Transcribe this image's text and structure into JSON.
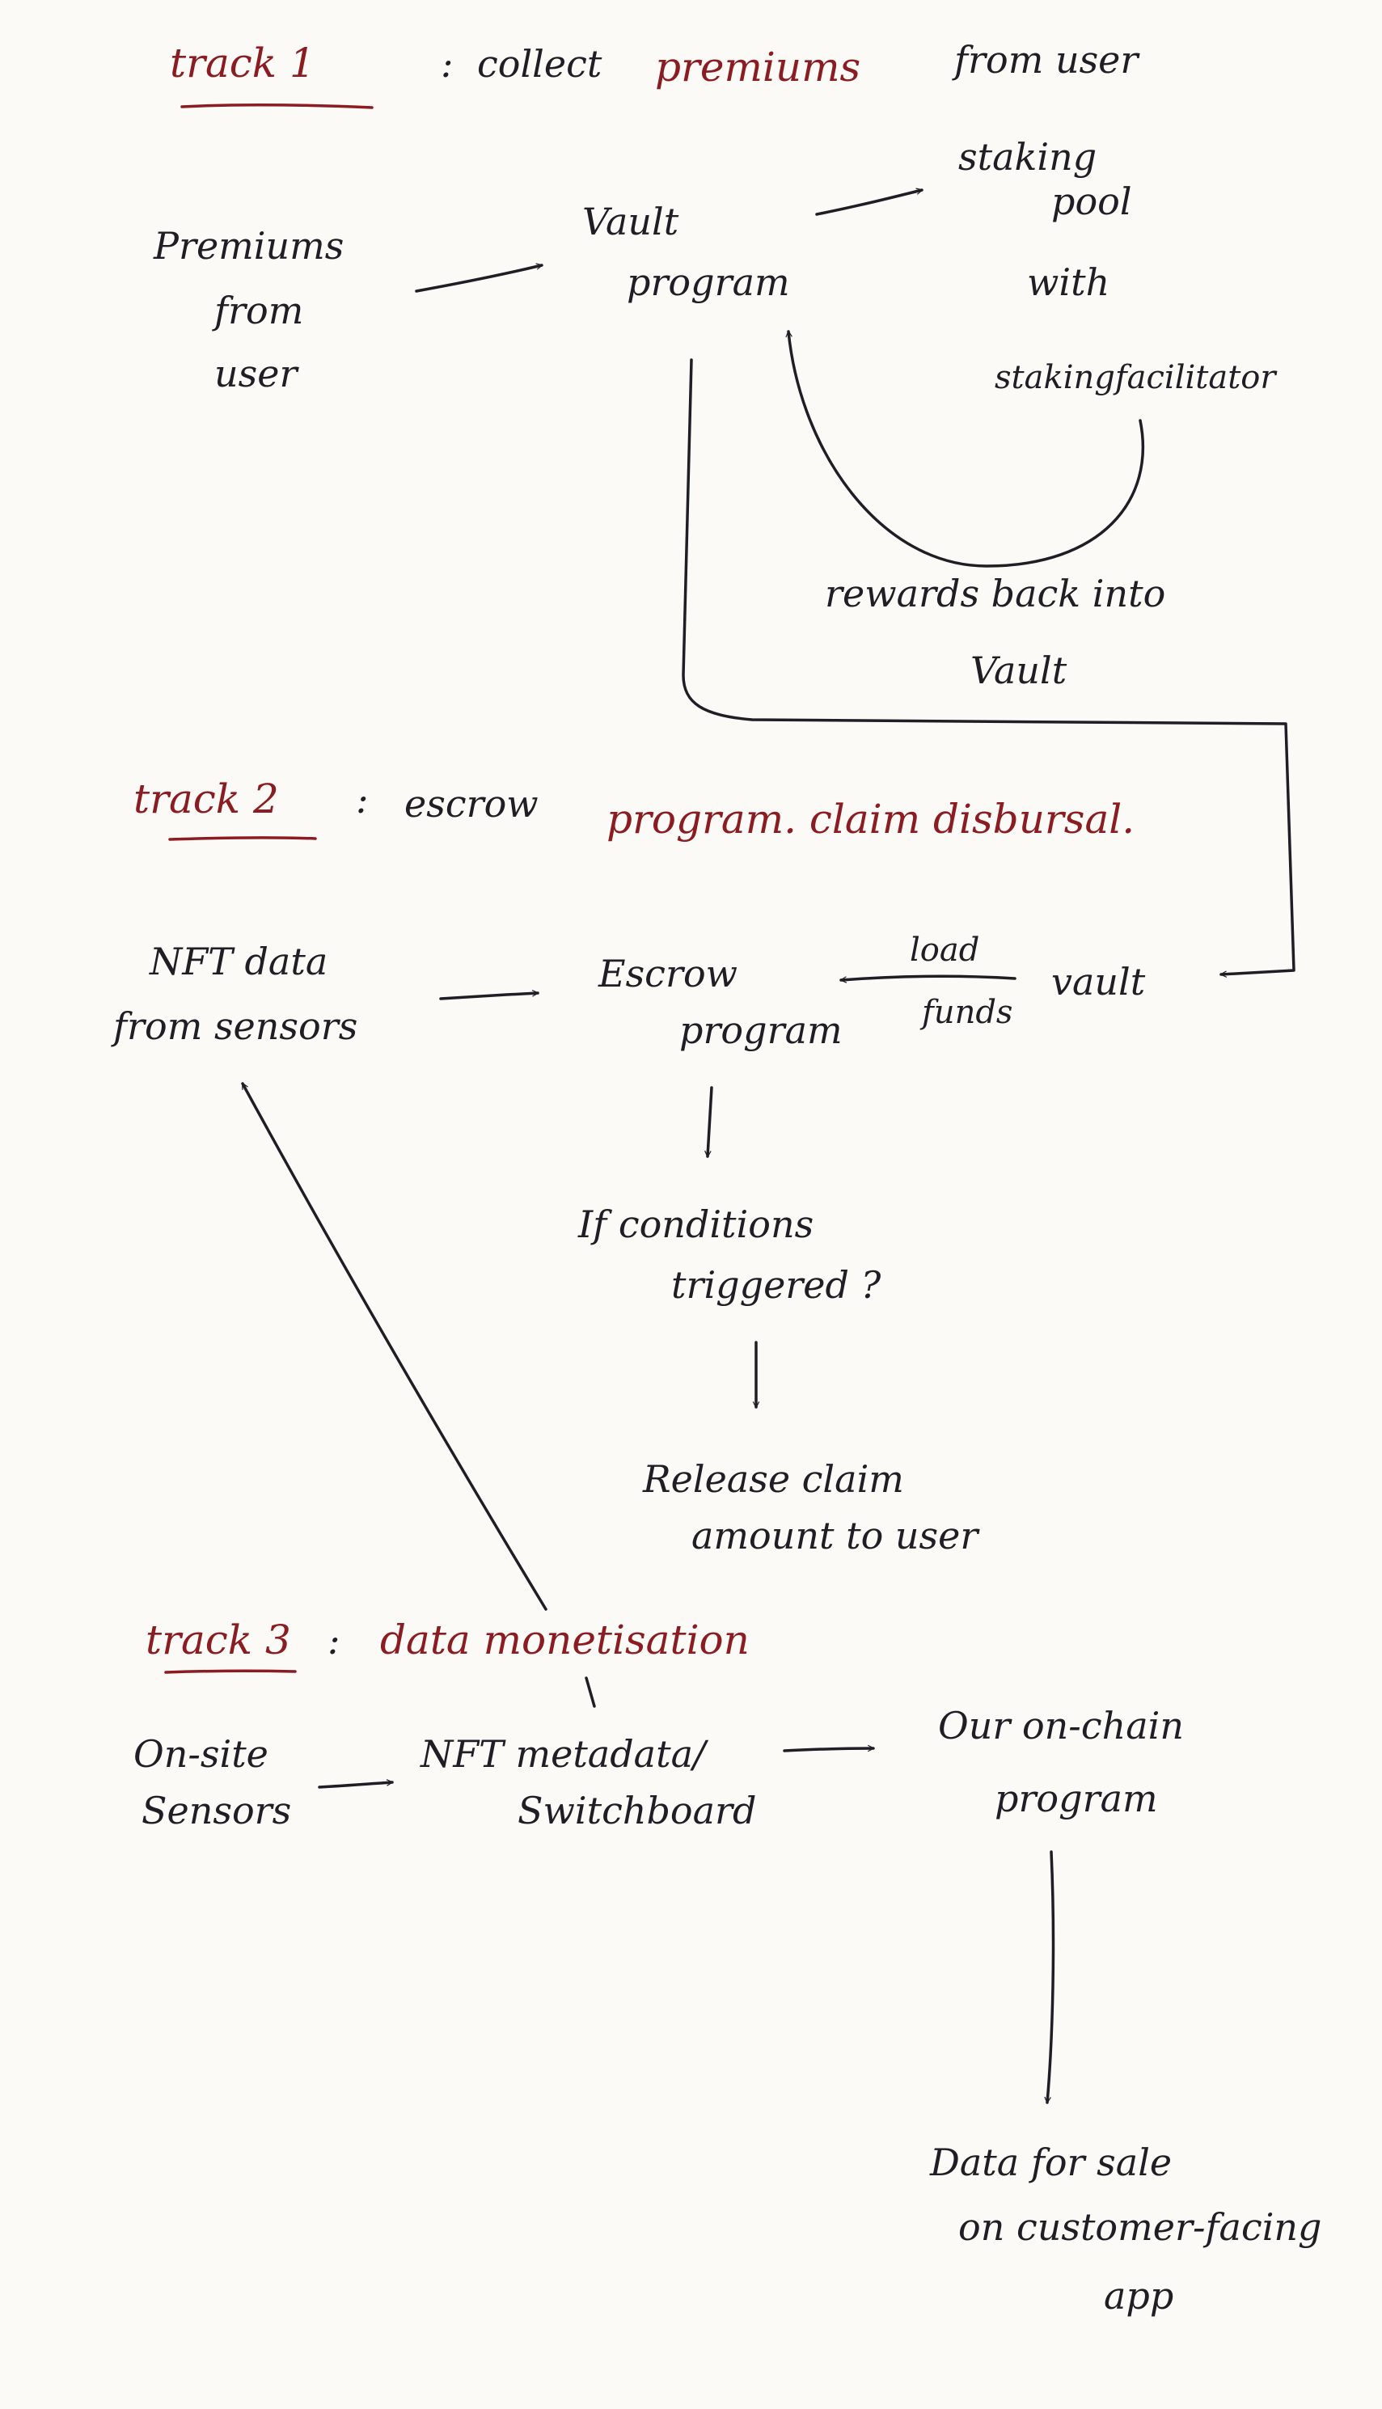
{
  "track1": {
    "label": "track 1",
    "sep": ":",
    "title_a": "collect",
    "title_b": "premiums",
    "title_c": "from user",
    "user_line1": "Premiums",
    "user_line2": "from",
    "user_line3": "user",
    "vault_line1": "Vault",
    "vault_line2": "program",
    "staking_line1": "staking",
    "staking_line2": "pool",
    "staking_line3": "with",
    "staking_line4": "stakingfacilitator",
    "rewards_line1": "rewards back into",
    "rewards_line2": "Vault"
  },
  "track2": {
    "label": "track 2",
    "sep": ":",
    "title_a": "escrow",
    "title_b": "program. claim disbursal.",
    "nft_line1": "NFT data",
    "nft_line2": "from sensors",
    "escrow_line1": "Escrow",
    "escrow_line2": "program",
    "load": "load",
    "funds": "funds",
    "vault": "vault",
    "cond_line1": "If conditions",
    "cond_line2": "triggered ?",
    "release_line1": "Release claim",
    "release_line2": "amount to user"
  },
  "track3": {
    "label": "track 3",
    "sep": ":",
    "title": "data monetisation",
    "sensors_line1": "On-site",
    "sensors_line2": "Sensors",
    "nft_line1": "NFT metadata/",
    "nft_line2": "Switchboard",
    "onchain_line1": "Our on-chain",
    "onchain_line2": "program",
    "sale_line1": "Data for sale",
    "sale_line2": "on customer-facing",
    "sale_line3": "app"
  },
  "colors": {
    "ink": "#1e1e24",
    "red": "#8a1c22",
    "paper": "#fbfaf7"
  }
}
